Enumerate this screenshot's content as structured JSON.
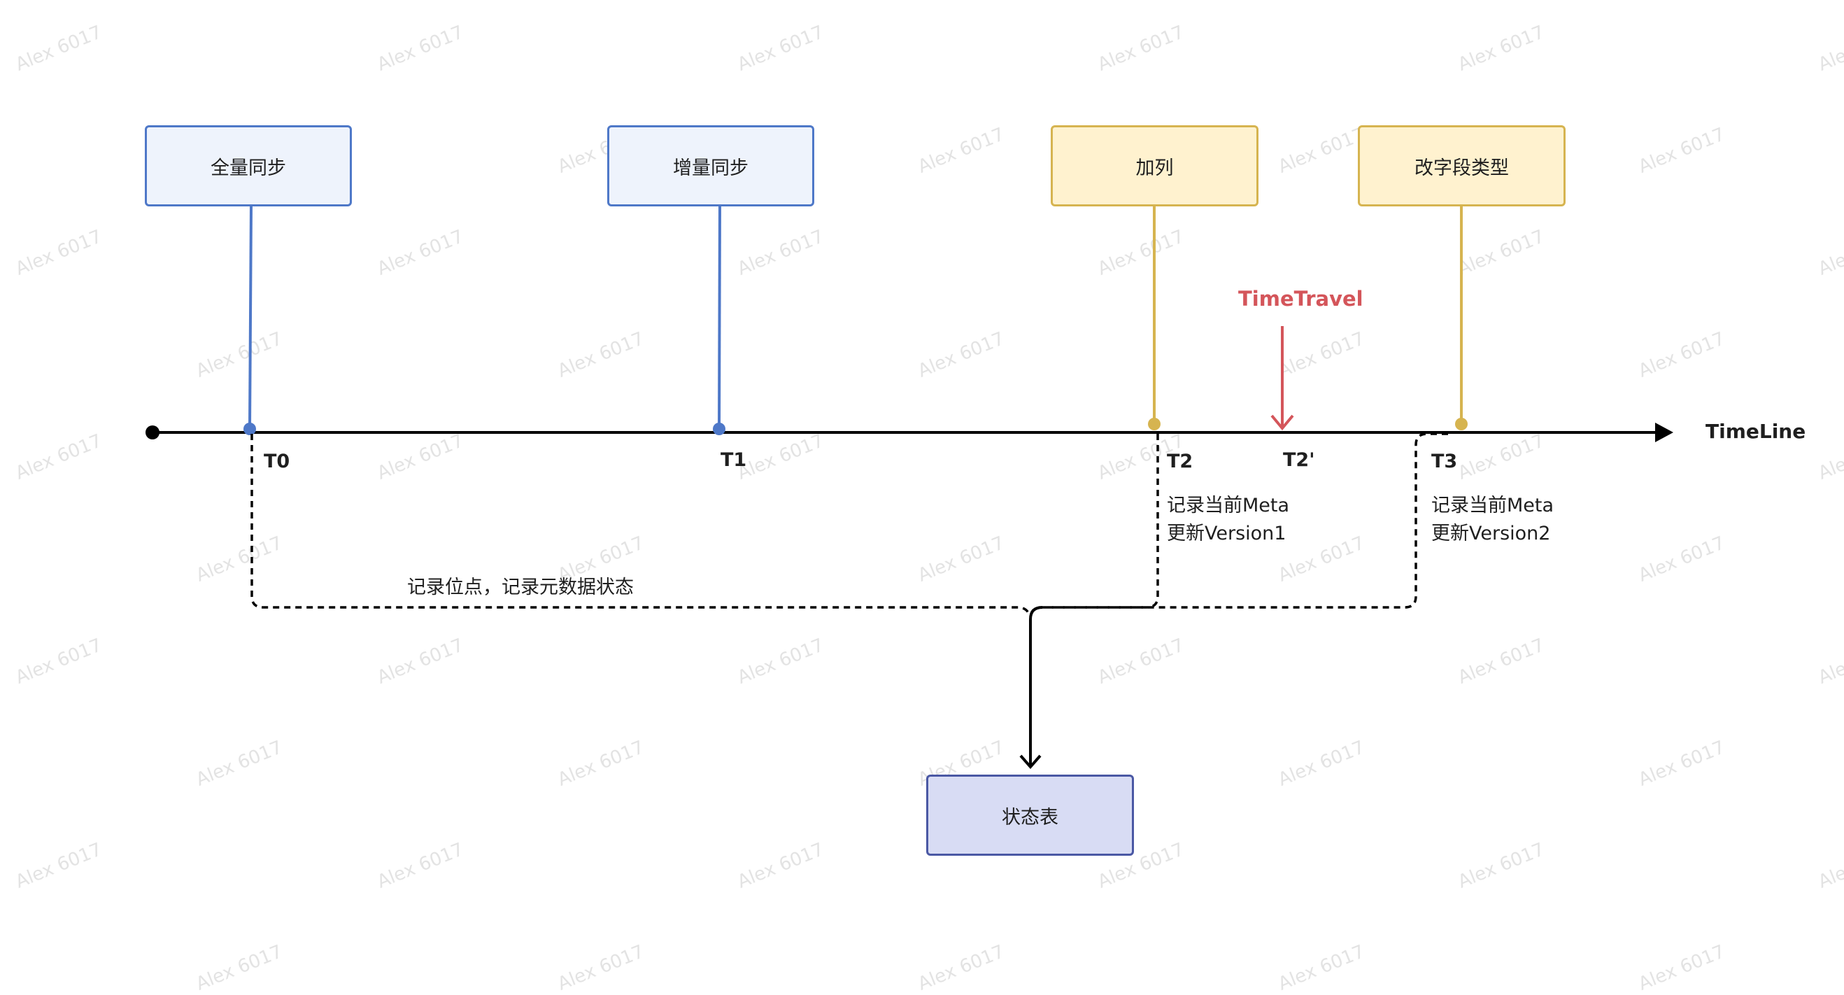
{
  "watermark": "Alex 6017",
  "axis": {
    "label": "TimeLine"
  },
  "events": [
    {
      "id": "full-sync",
      "label": "全量同步",
      "tick": "T0",
      "style": "blue"
    },
    {
      "id": "incr-sync",
      "label": "增量同步",
      "tick": "T1",
      "style": "blue"
    },
    {
      "id": "add-column",
      "label": "加列",
      "tick": "T2",
      "style": "yellow",
      "notes": [
        "记录当前Meta",
        "更新Version1"
      ]
    },
    {
      "id": "change-type",
      "label": "改字段类型",
      "tick": "T3",
      "style": "yellow",
      "notes": [
        "记录当前Meta",
        "更新Version2"
      ]
    }
  ],
  "timetravel": {
    "label": "TimeTravel",
    "tick": "T2'"
  },
  "record_note": "记录位点，记录元数据状态",
  "state_table": {
    "label": "状态表"
  },
  "colors": {
    "blue_line": "#4e78c8",
    "yellow_line": "#d6b450",
    "timetravel": "#d4555a",
    "axis": "#000000"
  }
}
